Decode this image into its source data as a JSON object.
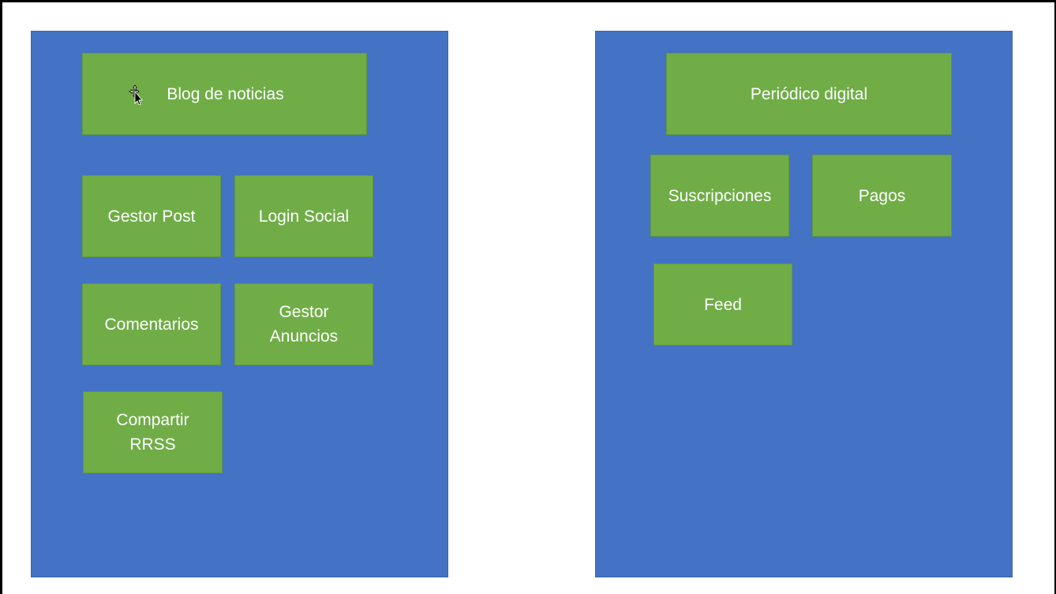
{
  "colors": {
    "panel": "#4472c4",
    "module": "#70ad47",
    "text": "#ffffff",
    "background": "#ffffff"
  },
  "left_panel": {
    "title": "Blog de noticias",
    "modules": [
      {
        "line1": "Gestor Post",
        "line2": ""
      },
      {
        "line1": "Login Social",
        "line2": ""
      },
      {
        "line1": "Comentarios",
        "line2": ""
      },
      {
        "line1": "Gestor",
        "line2": "Anuncios"
      },
      {
        "line1": "Compartir",
        "line2": "RRSS"
      }
    ]
  },
  "right_panel": {
    "title": "Periódico digital",
    "modules": [
      {
        "line1": "Suscripciones",
        "line2": ""
      },
      {
        "line1": "Pagos",
        "line2": ""
      },
      {
        "line1": "Feed",
        "line2": ""
      }
    ]
  },
  "cursor_icon": "move-cursor-icon"
}
